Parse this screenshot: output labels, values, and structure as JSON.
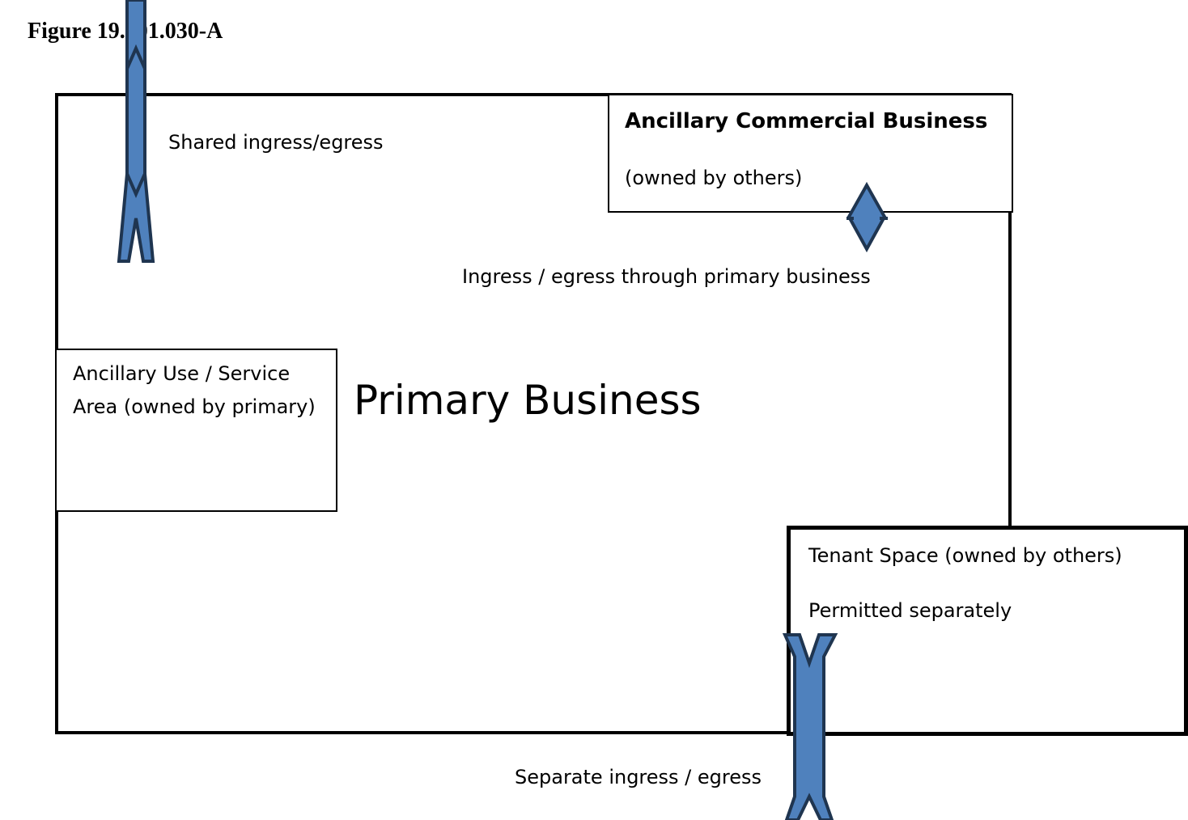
{
  "figure": {
    "title": "Figure 19.101.030-A"
  },
  "areas": {
    "primary": {
      "label": "Primary Business"
    },
    "ancillary_commercial": {
      "title": "Ancillary Commercial Business",
      "subtitle": "(owned by others)"
    },
    "ancillary_use": {
      "label": "Ancillary Use / Service Area (owned by primary)"
    },
    "tenant_space": {
      "line1": "Tenant Space (owned by others)",
      "line2": "Permitted separately"
    }
  },
  "access": {
    "shared": {
      "label": "Shared ingress/egress",
      "icon": "double-arrow-icon"
    },
    "through_primary": {
      "label": "Ingress / egress through primary business",
      "icon": "diamond-connector-icon"
    },
    "separate": {
      "label": "Separate ingress / egress",
      "icon": "double-arrow-icon"
    }
  },
  "colors": {
    "arrow_fill": "#4f81bd",
    "arrow_stroke": "#1f3550",
    "outline": "#000000"
  }
}
